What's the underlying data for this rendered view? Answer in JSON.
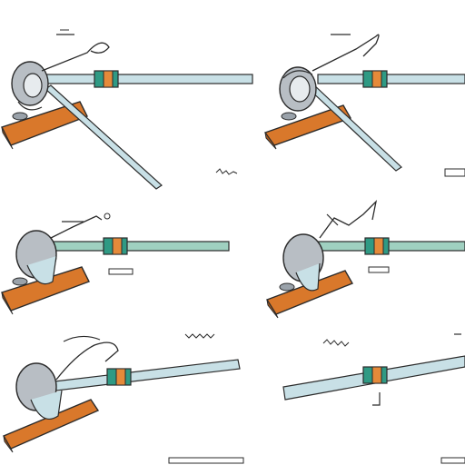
{
  "illustration": {
    "subject": "tube-bender-step-sequence",
    "panel_count": 6,
    "colors": {
      "background": "#ffffff",
      "outline": "#2b2b2b",
      "wood_base": "#d9782b",
      "wood_shadow": "#a9581b",
      "tube_light": "#c8e0e6",
      "tube_green": "#9fd0c0",
      "grip_green": "#2f9a84",
      "grip_orange": "#e58a3a",
      "metal": "#b8bec4",
      "metal_dark": "#6f7880"
    },
    "panels": [
      {
        "name": "panel-1"
      },
      {
        "name": "panel-2"
      },
      {
        "name": "panel-3"
      },
      {
        "name": "panel-4"
      },
      {
        "name": "panel-5"
      },
      {
        "name": "panel-6"
      }
    ]
  }
}
